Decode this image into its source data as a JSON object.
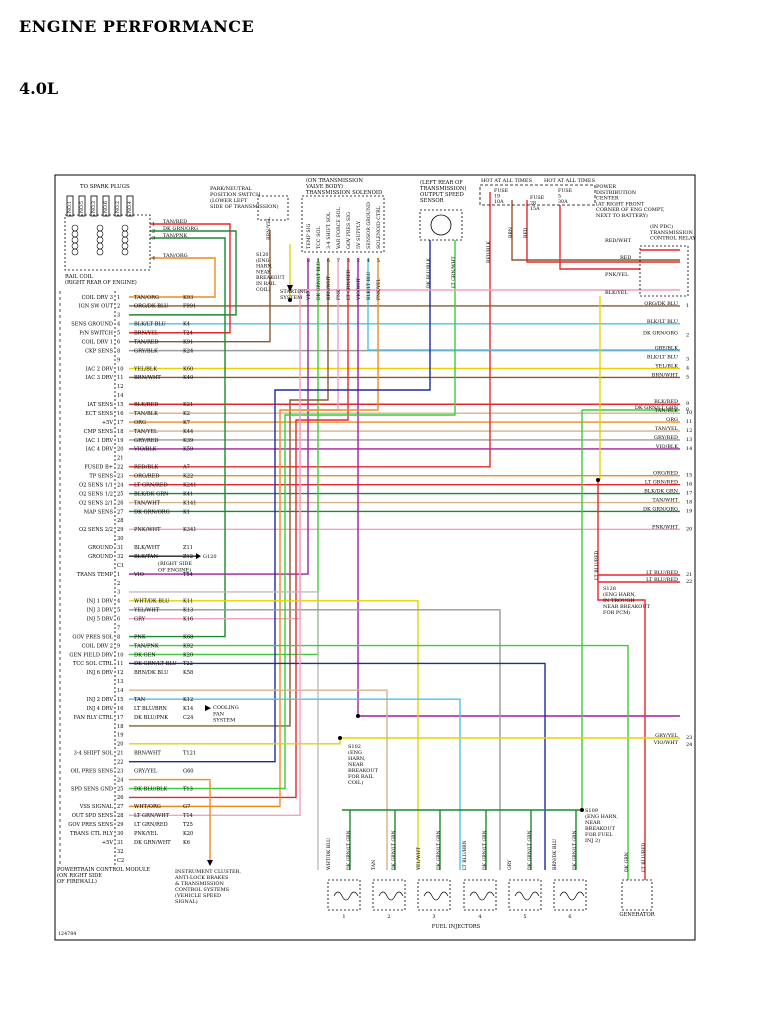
{
  "header": {
    "title": "ENGINE PERFORMANCE",
    "subtitle": "4.0L"
  },
  "figure_id": "124784",
  "components": {
    "spark": "TO SPARK PLUGS",
    "plug_nums": [
      "NO.1",
      "NO.5",
      "NO.3",
      "NO.6",
      "NO.2",
      "NO.4"
    ],
    "rail_coil": [
      "RAIL COIL",
      "(RIGHT REAR OF ENGINE)"
    ],
    "pn_switch": [
      "PARK/NEUTRAL",
      "POSITION SWITCH",
      "(LOWER LEFT",
      "SIDE OF TRANSMISSION)"
    ],
    "trans_sol": [
      "(ON TRANSMISSION",
      "VALVE BODY)",
      "TRANSMISSION SOLENOID"
    ],
    "trans_sol_pins": [
      "TEMP SIG",
      "TCC SOL",
      "3-4 SHIFT SOL",
      "VAR FORCE SOL",
      "GOV PRES SIG",
      "5V SUPPLY",
      "SENSOR GROUND",
      "SOLENOID CTRL"
    ],
    "out_speed": [
      "(LEFT REAR OF",
      "TRANSMISSION)",
      "OUTPUT SPEED",
      "SENSOR"
    ],
    "hot1": "HOT AT ALL TIMES",
    "hot2": "HOT AT ALL TIMES",
    "fuse19": [
      "FUSE",
      "19",
      "10A"
    ],
    "fuse28": [
      "FUSE",
      "28",
      "15A"
    ],
    "fuse5": [
      "FUSE",
      "5",
      "30A"
    ],
    "pdc": [
      "POWER",
      "DISTRIBUTION",
      "CENTER",
      "(AT RIGHT FRONT",
      "CORNER OF ENG COMPT,",
      "NEXT TO BATTERY)"
    ],
    "relay": [
      "(IN PDC)",
      "TRANSMISSION",
      "CONTROL RELAY"
    ],
    "s120": [
      "S120",
      "(ENG",
      "HARN,",
      "NEAR",
      "BREAKOUT",
      "IN RAIL",
      "COIL)"
    ],
    "starting": [
      "STARTING",
      "SYSTEM"
    ],
    "g120": "G120",
    "g120_loc": [
      "(RIGHT SIDE",
      "OF ENGINE)"
    ],
    "s128": [
      "S128",
      "(ENG HARN,",
      "IN TROUGH",
      "NEAR BREAKOUT",
      "FOR PCM)"
    ],
    "cooling": [
      "COOLING",
      "FAN",
      "SYSTEM"
    ],
    "s102": [
      "S102",
      "(ENG",
      "HARN,",
      "NEAR",
      "BREAKOUT",
      "FOR RAIL",
      "COIL)"
    ],
    "s109": [
      "S109",
      "(ENG HARN,",
      "NEAR",
      "BREAKOUT",
      "FOR FUEL",
      "INJ 2)"
    ],
    "pcm": [
      "POWERTRAIN CONTROL MODULE",
      "(ON RIGHT SIDE",
      "OF FIREWALL)"
    ],
    "inst": [
      "INSTRUMENT CLUSTER,",
      "ANTI-LOCK BRAKES",
      "& TRANSMISSION",
      "CONTROL SYSTEMS",
      "(VEHICLE SPEED",
      "SIGNAL)"
    ],
    "fuel_inj": "FUEL INJECTORS",
    "injector_nums": [
      "1",
      "2",
      "3",
      "4",
      "5",
      "6"
    ],
    "injector_wires": [
      "WHT/DK BLU",
      "DK GRN/LT GRN",
      "TAN",
      "DK GRN/LT GRN",
      "YEL/WHT",
      "DK GRN/LT GRN",
      "LT BLU/BRN",
      "DK GRN/LT GRN",
      "GRY",
      "DK GRN/LT GRN",
      "BRN/DK BLU",
      "DK GRN/LT GRN"
    ],
    "generator": "GENERATOR",
    "gen_wires": [
      "DK GRN",
      "LT BLU/RED"
    ]
  },
  "pcm_pins": [
    {
      "n": "1",
      "func": "COIL DRV 3",
      "wire": "TAN/ORG",
      "circ": "K93"
    },
    {
      "n": "2",
      "func": "IGN SW OUT",
      "wire": "ORG/DK BLU",
      "circ": "F991"
    },
    {
      "n": "3",
      "func": "",
      "wire": "",
      "circ": ""
    },
    {
      "n": "4",
      "func": "SENS GROUND",
      "wire": "BLK/LT BLU",
      "circ": "K4"
    },
    {
      "n": "5",
      "func": "P/N SWITCH",
      "wire": "BRN/YEL",
      "circ": "T24"
    },
    {
      "n": "6",
      "func": "COIL DRV 1",
      "wire": "TAN/RED",
      "circ": "K91"
    },
    {
      "n": "8",
      "func": "CKP SENS",
      "wire": "GRY/BLK",
      "circ": "K24"
    },
    {
      "n": "9",
      "func": "",
      "wire": "",
      "circ": ""
    },
    {
      "n": "10",
      "func": "IAC 2 DRV",
      "wire": "YEL/BLK",
      "circ": "K60"
    },
    {
      "n": "11",
      "func": "IAC 3 DRV",
      "wire": "BRN/WHT",
      "circ": "K40"
    },
    {
      "n": "12",
      "func": "",
      "wire": "",
      "circ": ""
    },
    {
      "n": "14",
      "func": "",
      "wire": "",
      "circ": ""
    },
    {
      "n": "15",
      "func": "IAT SENS",
      "wire": "BLK/RED",
      "circ": "K21"
    },
    {
      "n": "16",
      "func": "ECT SENS",
      "wire": "TAN/BLK",
      "circ": "K2"
    },
    {
      "n": "17",
      "func": "+5V",
      "wire": "ORG",
      "circ": "K7"
    },
    {
      "n": "18",
      "func": "CMP SENS",
      "wire": "TAN/YEL",
      "circ": "K44"
    },
    {
      "n": "19",
      "func": "IAC 1 DRV",
      "wire": "GRY/RED",
      "circ": "K39"
    },
    {
      "n": "20",
      "func": "IAC 4 DRV",
      "wire": "VIO/BLK",
      "circ": "K59"
    },
    {
      "n": "21",
      "func": "",
      "wire": "",
      "circ": ""
    },
    {
      "n": "22",
      "func": "FUSED B+",
      "wire": "RED/BLK",
      "circ": "A7"
    },
    {
      "n": "23",
      "func": "TP SENS",
      "wire": "ORG/RED",
      "circ": "K22"
    },
    {
      "n": "24",
      "func": "O2 SENS 1/1",
      "wire": "LT GRN/RED",
      "circ": "K241"
    },
    {
      "n": "25",
      "func": "O2 SENS 1/2",
      "wire": "BLK/DK GRN",
      "circ": "K41"
    },
    {
      "n": "26",
      "func": "O2 SENS 2/1",
      "wire": "TAN/WHT",
      "circ": "K141"
    },
    {
      "n": "27",
      "func": "MAP SENS",
      "wire": "DK GRN/ORG",
      "circ": "K1"
    },
    {
      "n": "28",
      "func": "",
      "wire": "",
      "circ": ""
    },
    {
      "n": "29",
      "func": "O2 SENS 2/2",
      "wire": "PNK/WHT",
      "circ": "K341"
    },
    {
      "n": "30",
      "func": "",
      "wire": "",
      "circ": ""
    },
    {
      "n": "31",
      "func": "GROUND",
      "wire": "BLK/WHT",
      "circ": "Z11"
    },
    {
      "n": "32",
      "func": "GROUND",
      "wire": "BLK/TAN",
      "circ": "Z12"
    },
    {
      "n": "C1",
      "func": "",
      "wire": "",
      "circ": ""
    },
    {
      "n": "1",
      "func": "TRANS TEMP",
      "wire": "VIO",
      "circ": "T54"
    },
    {
      "n": "2",
      "func": "",
      "wire": "",
      "circ": ""
    },
    {
      "n": "3",
      "func": "",
      "wire": "",
      "circ": ""
    },
    {
      "n": "4",
      "func": "INJ 1 DRV",
      "wire": "WHT/DK BLU",
      "circ": "K11"
    },
    {
      "n": "5",
      "func": "INJ 3 DRV",
      "wire": "YEL/WHT",
      "circ": "K13"
    },
    {
      "n": "6",
      "func": "INJ 5 DRV",
      "wire": "GRY",
      "circ": "K16"
    },
    {
      "n": "7",
      "func": "",
      "wire": "",
      "circ": ""
    },
    {
      "n": "8",
      "func": "GOV PRES SOL",
      "wire": "PNK",
      "circ": "K68"
    },
    {
      "n": "9",
      "func": "COIL DRV 2",
      "wire": "TAN/PNK",
      "circ": "K92"
    },
    {
      "n": "10",
      "func": "GEN FIELD DRV",
      "wire": "DK GEN",
      "circ": "K20"
    },
    {
      "n": "11",
      "func": "TCC SOL CTRL",
      "wire": "DK GRN/LT BLU",
      "circ": "T22"
    },
    {
      "n": "12",
      "func": "INJ 6 DRV",
      "wire": "BRN/DK BLU",
      "circ": "K58"
    },
    {
      "n": "13",
      "func": "",
      "wire": "",
      "circ": ""
    },
    {
      "n": "14",
      "func": "",
      "wire": "",
      "circ": ""
    },
    {
      "n": "15",
      "func": "INJ 2 DRV",
      "wire": "TAN",
      "circ": "K12"
    },
    {
      "n": "16",
      "func": "INJ 4 DRV",
      "wire": "LT BLU/BRN",
      "circ": "K14"
    },
    {
      "n": "17",
      "func": "FAN RLY CTRL",
      "wire": "DK BLU/PNK",
      "circ": "C24"
    },
    {
      "n": "18",
      "func": "",
      "wire": "",
      "circ": ""
    },
    {
      "n": "19",
      "func": "",
      "wire": "",
      "circ": ""
    },
    {
      "n": "20",
      "func": "",
      "wire": "",
      "circ": ""
    },
    {
      "n": "21",
      "func": "3-4 SHIFT SOL",
      "wire": "BRN/WHT",
      "circ": "T121"
    },
    {
      "n": "22",
      "func": "",
      "wire": "",
      "circ": ""
    },
    {
      "n": "23",
      "func": "OIL PRES SENS",
      "wire": "GRY/YEL",
      "circ": "G60"
    },
    {
      "n": "24",
      "func": "",
      "wire": "",
      "circ": ""
    },
    {
      "n": "25",
      "func": "SPD SENS GND",
      "wire": "DK BLU/BLK",
      "circ": "T13"
    },
    {
      "n": "26",
      "func": "",
      "wire": "",
      "circ": ""
    },
    {
      "n": "27",
      "func": "VSS SIGNAL",
      "wire": "WHT/ORG",
      "circ": "G7"
    },
    {
      "n": "28",
      "func": "OUT SPD SENS",
      "wire": "LT GRN/WHT",
      "circ": "T14"
    },
    {
      "n": "29",
      "func": "GOV PRES SENS",
      "wire": "LT GRN/RED",
      "circ": "T25"
    },
    {
      "n": "30",
      "func": "TRANS CTL RLY",
      "wire": "PNK/YEL",
      "circ": "K20"
    },
    {
      "n": "31",
      "func": "+5V",
      "wire": "DK GRN/WHT",
      "circ": "K6"
    },
    {
      "n": "32",
      "func": "",
      "wire": "",
      "circ": ""
    },
    {
      "n": "C2",
      "func": "",
      "wire": "",
      "circ": ""
    }
  ],
  "right_labels": [
    {
      "text": "ORG/DK BLU",
      "n": "1"
    },
    {
      "text": "BLK/LT BLU",
      "n": ""
    },
    {
      "text": "DK GRN/ORG",
      "n": "2"
    },
    {
      "text": "GRY/BLK",
      "n": ""
    },
    {
      "text": "BLK/LT BLU",
      "n": "3"
    },
    {
      "text": "YEL/BLK",
      "n": "4"
    },
    {
      "text": "BRN/WHT",
      "n": "5"
    },
    {
      "text": "DK GRN/LT GRN",
      "n": "8"
    },
    {
      "text": "BLK/RED",
      "n": "9"
    },
    {
      "text": "TAN/BLK",
      "n": "10"
    },
    {
      "text": "ORG",
      "n": "11"
    },
    {
      "text": "TAN/YEL",
      "n": "12"
    },
    {
      "text": "GRY/RED",
      "n": "13"
    },
    {
      "text": "VIO/BLK",
      "n": "14"
    },
    {
      "text": "ORG/RED",
      "n": "15"
    },
    {
      "text": "LT GRN/RED",
      "n": "16"
    },
    {
      "text": "BLK/DK GRN",
      "n": "17"
    },
    {
      "text": "TAN/WHT",
      "n": "18"
    },
    {
      "text": "DK GRN/ORG",
      "n": "19"
    },
    {
      "text": "PNK/WHT",
      "n": "20"
    },
    {
      "text": "LT BLU/RED",
      "n": "21"
    },
    {
      "text": "LT BLU/RED",
      "n": "22"
    },
    {
      "text": "GRY/YEL",
      "n": "23"
    },
    {
      "text": "VIO/WHT",
      "n": "24"
    }
  ],
  "misc_wires": {
    "coil_pin_labels": [
      "1",
      "2",
      "3",
      "4"
    ],
    "coil_wires": [
      "TAN/RED",
      "DK GRN/ORG",
      "TAN/PNK",
      "TAN/ORG"
    ],
    "pn_wire": "BRN/YEL",
    "trans_wires": [
      "VIO",
      "DK GRN/LT BLU",
      "BRN/WHT",
      "PNK",
      "LT GRN/RED",
      "VIO/WHT",
      "BLK/LT BLU",
      "PNK/YEL"
    ],
    "trans_pin_nums": [
      "8",
      "1",
      "6",
      "7",
      "3",
      "2",
      "4",
      "5"
    ],
    "oss_wires": [
      "DK BLU/BLK",
      "LT GRN/WHT"
    ],
    "fuse_wires": [
      "RED/BLK",
      "BRN",
      "RED",
      "RED/WHT",
      "RED",
      "PNK/YEL",
      "BLK/YEL"
    ],
    "s128_wire": "LT BLU/RED"
  },
  "colors": {
    "tan": "#d2b48c",
    "red": "#e8272a",
    "dkgrn": "#1a8a2e",
    "orange": "#f08c1e",
    "ltblue": "#4fc0e8",
    "brown": "#8b5a2b",
    "gray": "#9a9a9a",
    "yellow": "#e8d200",
    "violet": "#a01ea0",
    "pink": "#f4a0c0",
    "ltgrn": "#3ccc3c",
    "black": "#222222",
    "dkblue": "#1e2a9e",
    "white": "#bdbdbd"
  }
}
